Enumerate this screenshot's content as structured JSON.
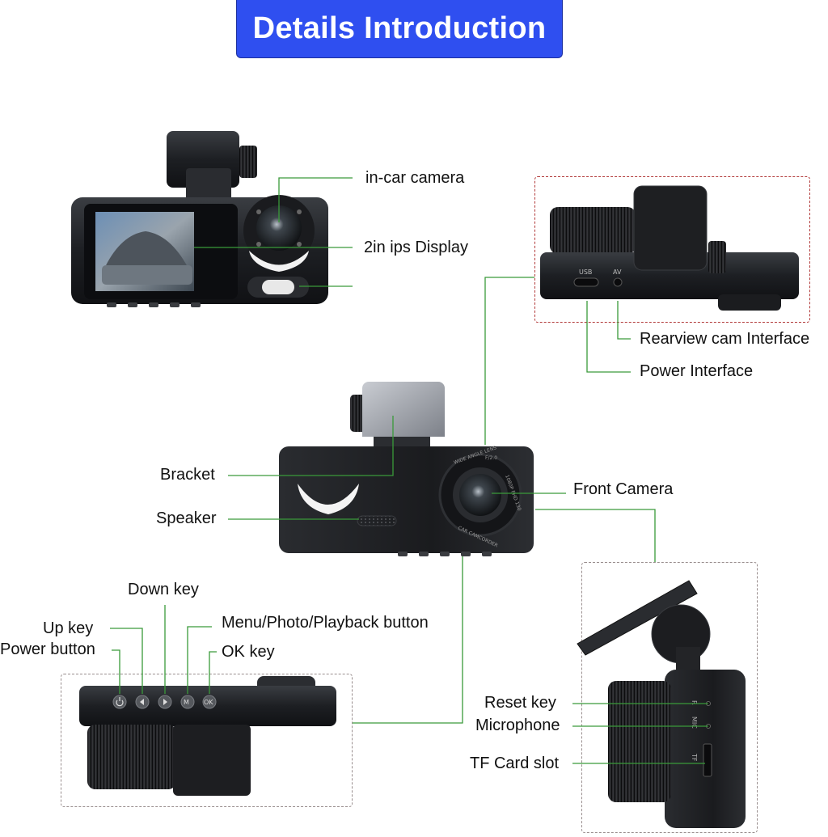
{
  "header": {
    "title": "Details Introduction"
  },
  "colors": {
    "banner": "#2f4ff0",
    "leader": "#3a9a3a",
    "box_red": "#b23a3a",
    "box_grey": "#9a8f8f"
  },
  "device_marks": {
    "usb": "USB",
    "av": "AV",
    "lens_text": [
      "WIDE ANGLE LENS",
      "1080P FHD 130",
      "F/2.0",
      "CAR CAMCORDER"
    ],
    "side_marks": [
      "R",
      "MIC",
      "TF"
    ],
    "key_ok": "OK",
    "key_menu": "M"
  },
  "labels": {
    "in_car_camera": "in-car camera",
    "ips_display": "2in ips Display",
    "rearview_interface": "Rearview cam Interface",
    "power_interface": "Power Interface",
    "bracket": "Bracket",
    "speaker": "Speaker",
    "front_camera": "Front Camera",
    "down_key": "Down key",
    "up_key": "Up key",
    "menu_button": "Menu/Photo/Playback button",
    "power_button": "Power button",
    "ok_key": "OK key",
    "reset_key": "Reset key",
    "microphone": "Microphone",
    "tf_slot": "TF Card slot"
  }
}
